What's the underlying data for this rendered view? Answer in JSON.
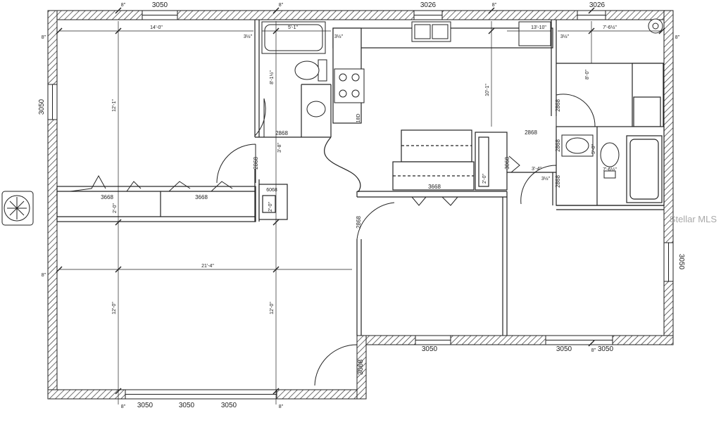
{
  "plan": {
    "window_labels": {
      "top_left": "3050",
      "top_mid": "3026",
      "top_right": "3026",
      "left_side": "3050",
      "right_side": "3050",
      "bottom_1": "3050",
      "bottom_2": "3050",
      "bottom_3": "3050",
      "mid_bottom_1": "3050",
      "mid_bottom_2": "3050",
      "mid_bottom_3": "3050"
    },
    "door_labels": {
      "front_door": "3068",
      "bed_door": "2868",
      "bed2_door": "2868",
      "hall_door": "2868",
      "bath1_door": "2868",
      "bath2_door": "2868",
      "laundry_door": "2868",
      "hall_door2": "2868",
      "closet_a": "3668",
      "closet_b": "3668",
      "closet_c": "3668",
      "closet_small": "6068",
      "hall_3068": "3068"
    },
    "dimensions": {
      "d_14_0": "14'-0\"",
      "d_5_1": "5'-1\"",
      "d_13_10": "13'-10\"",
      "d_7_6": "7'-6½\"",
      "d_12_1": "12'-1\"",
      "d_10_1": "10'-1\"",
      "d_8_0": "8'-0\"",
      "d_8_1": "8'-1½\"",
      "d_21_4": "21'-4\"",
      "d_12_0a": "12'-0\"",
      "d_12_0b": "12'-0\"",
      "d_3_4": "3'-4\"",
      "d_7_6b": "7'-6½\"",
      "d_5_0": "5'-0\"",
      "d_2_0a": "2'-0\"",
      "d_2_0b": "2'-0\"",
      "d_2_0c": "2'-0\"",
      "d_3_8": "3'-8\"",
      "half": "3½\"",
      "eight": "8\""
    },
    "appliance_labels": {
      "range": "18D"
    },
    "watermark": "Stellar MLS"
  }
}
